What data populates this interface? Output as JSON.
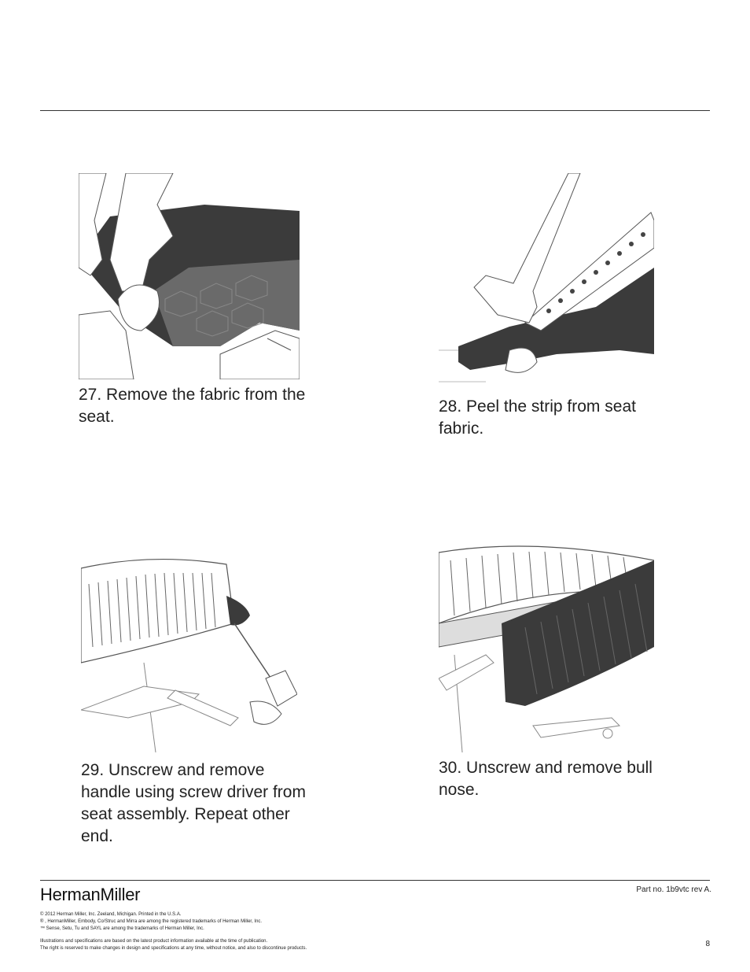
{
  "steps": [
    {
      "caption": "27. Remove the fabric from the seat."
    },
    {
      "caption": "28. Peel the strip from seat fabric."
    },
    {
      "caption": "29. Unscrew and remove handle using screw driver from seat assembly. Repeat other end."
    },
    {
      "caption": "30. Unscrew and remove bull nose."
    }
  ],
  "footer": {
    "brand": "HermanMiller",
    "part_no": "Part no. 1b9vtc rev A.",
    "copyright": "© 2012 Herman Miller, Inc. Zeeland, Michigan. Printed in the U.S.A.",
    "registered": "® , HermanMiller, Embody, Co/Struc and Mirra are among the registered trademarks of Herman Miller, Inc.",
    "trademarks": "™ Sense, Setu, Tu and SAYL are among the trademarks of Herman Miller, Inc.",
    "disclaimer_1": "Illustrations and specifications are based on the latest product information available at the time of publication.",
    "disclaimer_2": "The right is reserved to make changes in design and specifications at any time, without notice, and also to discontinue products.",
    "page_number": "8"
  },
  "colors": {
    "fabric": "#3b3b3b",
    "line": "#555555"
  }
}
